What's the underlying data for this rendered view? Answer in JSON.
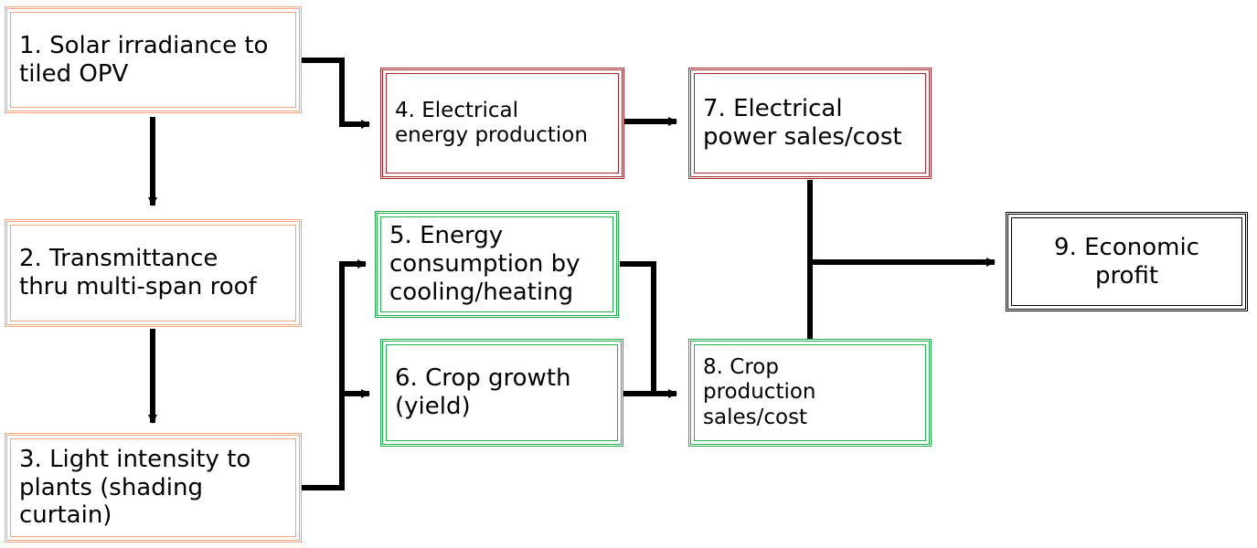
{
  "nodes": {
    "n1": "1. Solar irradiance to\ntiled OPV",
    "n2": "2. Transmittance\nthru multi-span roof",
    "n3": "3. Light intensity to\nplants (shading\ncurtain)",
    "n4": "4. Electrical\nenergy production",
    "n5": "5. Energy\nconsumption by\ncooling/heating",
    "n6": "6. Crop growth\n(yield)",
    "n7": "7. Electrical\npower sales/cost",
    "n8": "8. Crop\nproduction\nsales/cost",
    "n9": "9. Economic\nprofit"
  },
  "edges": [
    {
      "from": "n1",
      "to": "n2"
    },
    {
      "from": "n2",
      "to": "n3"
    },
    {
      "from": "n1",
      "to": "n4"
    },
    {
      "from": "n3",
      "to": "n5"
    },
    {
      "from": "n3",
      "to": "n6"
    },
    {
      "from": "n4",
      "to": "n7"
    },
    {
      "from": "n5",
      "to": "n8"
    },
    {
      "from": "n6",
      "to": "n8"
    },
    {
      "from": "n7",
      "to": "n9"
    },
    {
      "from": "n8",
      "to": "n9"
    }
  ],
  "colors": {
    "source_boxes": "#f0a47f",
    "electrical_boxes": "#a8262b",
    "crop_boxes": "#22b14c",
    "result_box": "#000000",
    "arrows": "#000000"
  }
}
